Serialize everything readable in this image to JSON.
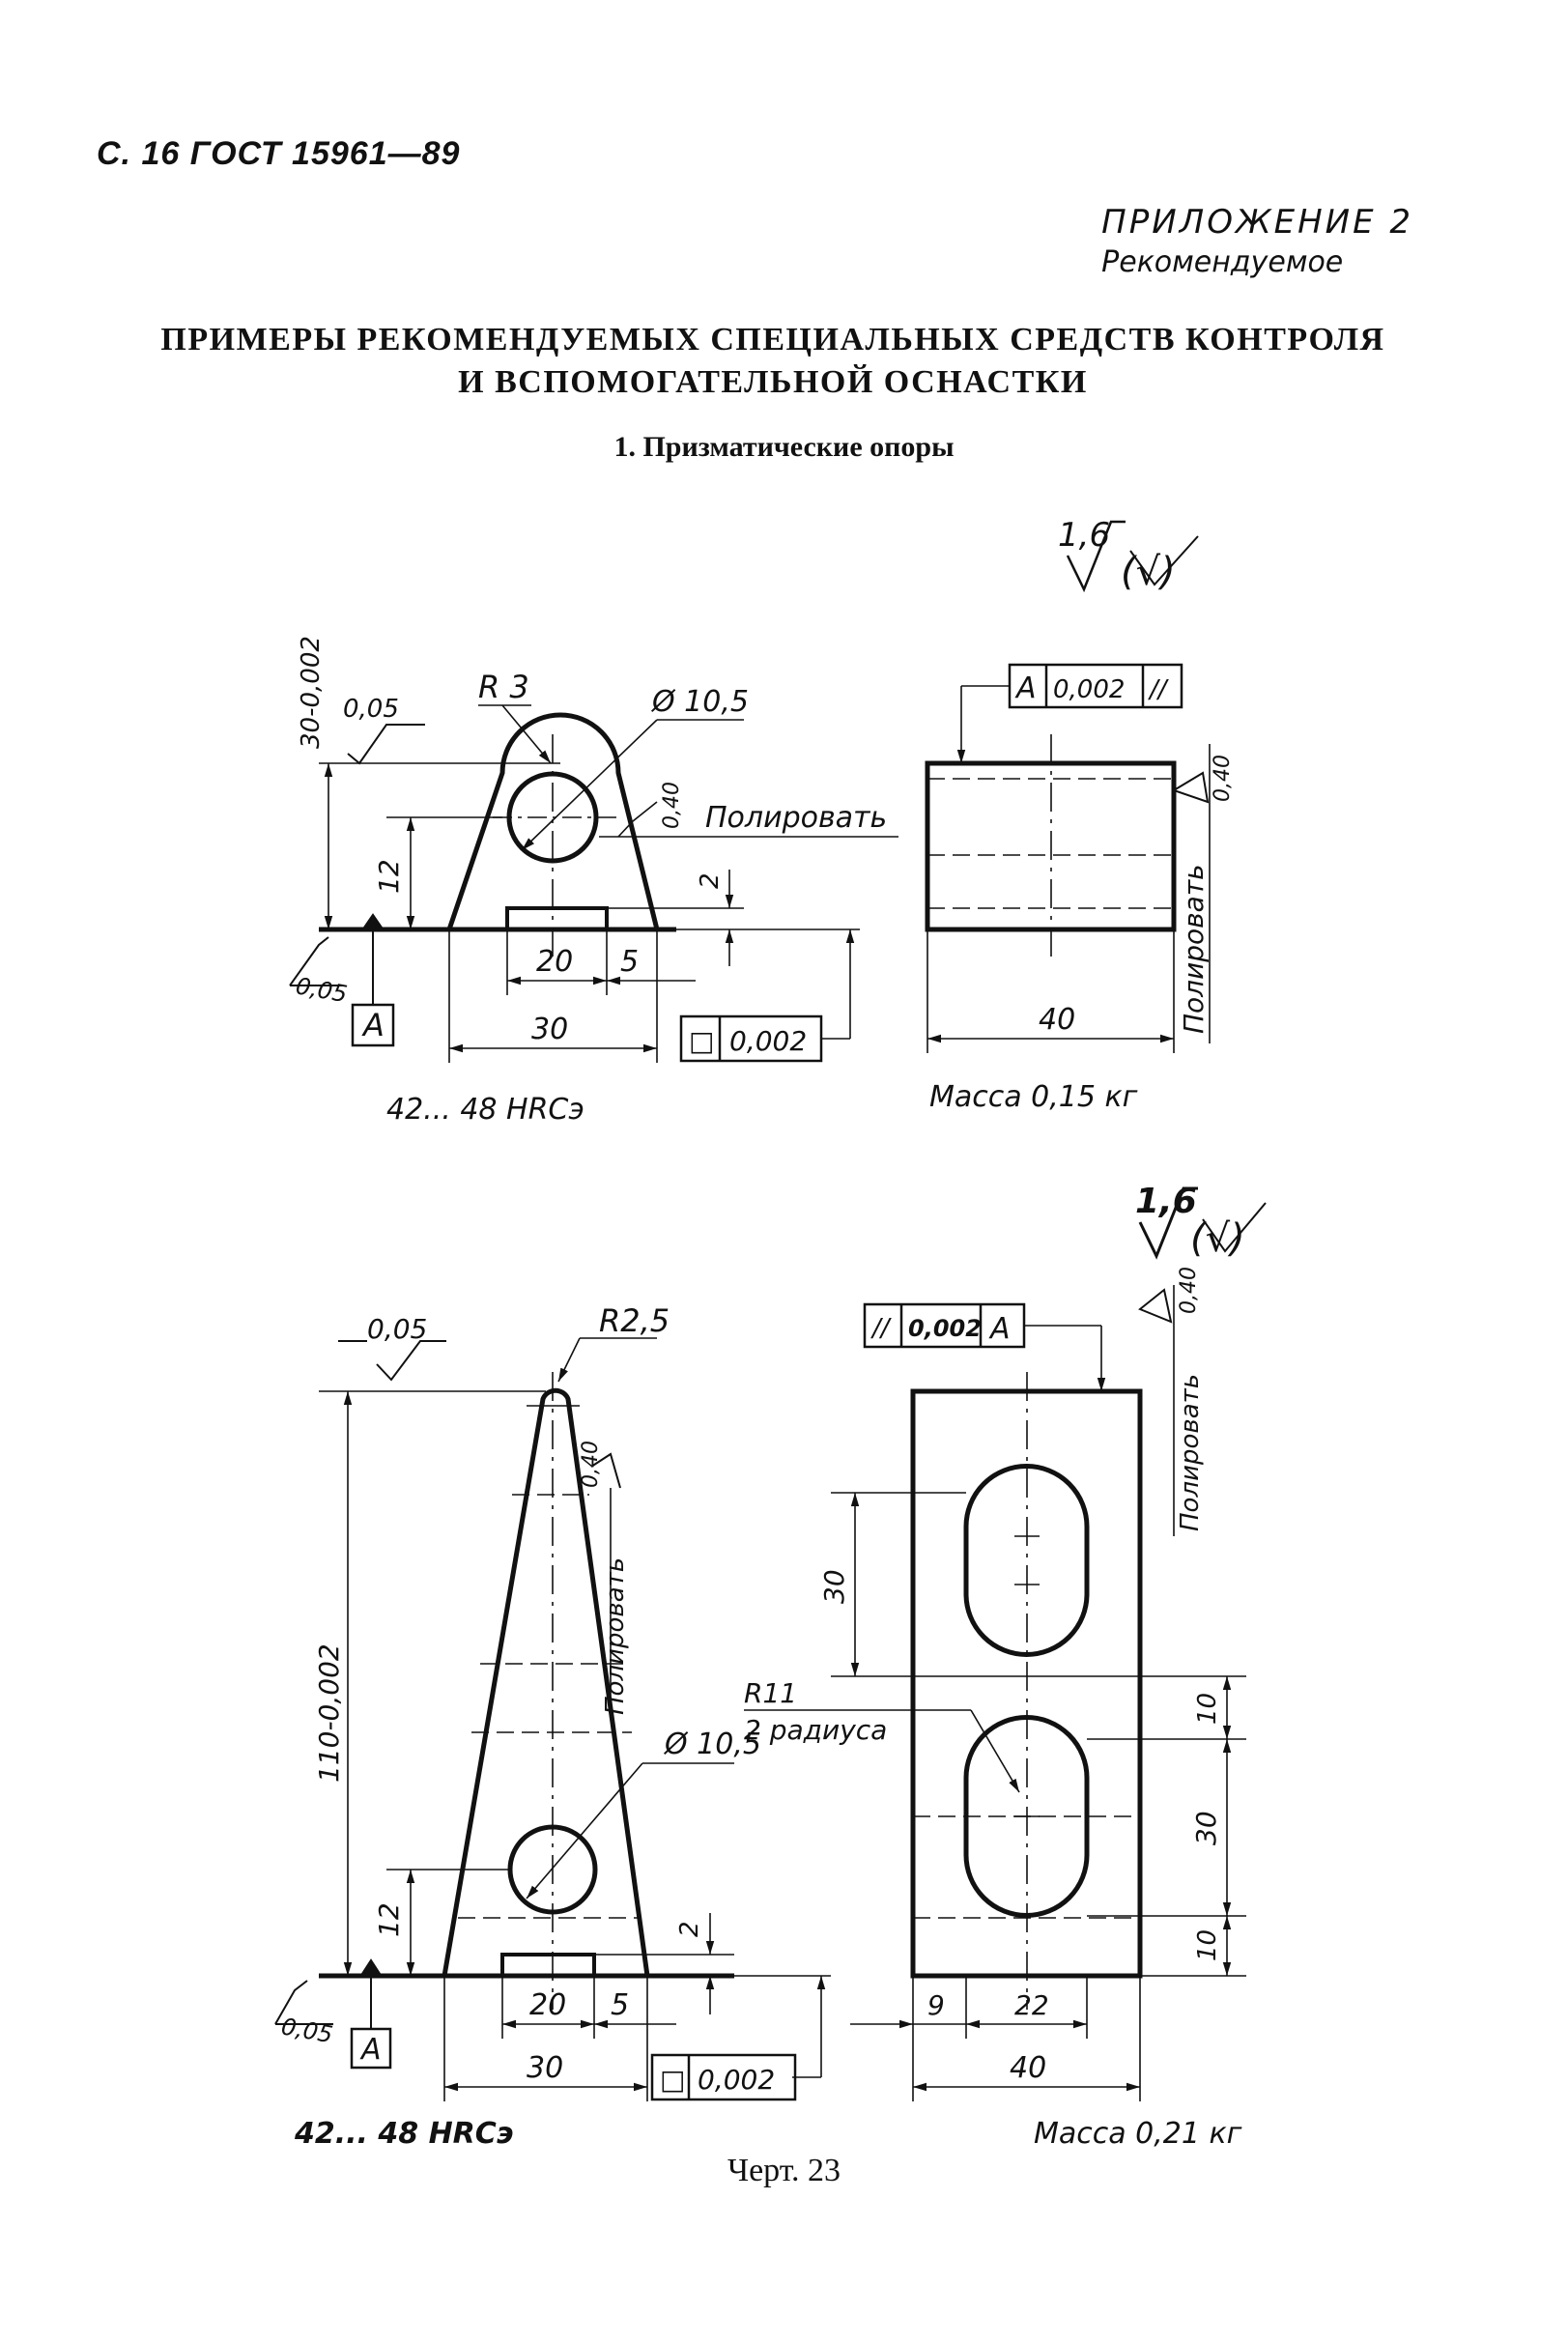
{
  "header": {
    "page_ref": "С. 16 ГОСТ 15961—89"
  },
  "appendix": {
    "label": "ПРИЛОЖЕНИЕ 2",
    "status": "Рекомендуемое"
  },
  "title": {
    "line1": "ПРИМЕРЫ РЕКОМЕНДУЕМЫХ СПЕЦИАЛЬНЫХ СРЕДСТВ КОНТРОЛЯ",
    "line2": "И ВСПОМОГАТЕЛЬНОЙ ОСНАСТКИ"
  },
  "section": {
    "heading": "1. Призматические опоры"
  },
  "drawing1": {
    "roughness_general": "1,6",
    "roughness_paren": "(√)",
    "dim_height": "30-0,002",
    "roughness_top": "0,05",
    "radius": "R 3",
    "diameter": "Ø 10,5",
    "roughness_hole": "0,40",
    "note_polish": "Полировать",
    "dim_12": "12",
    "dim_2": "2",
    "dim_20": "20",
    "dim_5": "5",
    "dim_30": "30",
    "roughness_base": "0,05",
    "datum": "A",
    "flatness_symbol": "□",
    "flatness_value": "0,002",
    "hardness": "42... 48 HRCэ",
    "side_datum": "A",
    "side_tol": "0,002",
    "side_parallel": "//",
    "side_roughness": "0,40",
    "side_polish": "Полировать",
    "dim_40": "40",
    "mass": "Масса 0,15 кг"
  },
  "drawing2": {
    "roughness_general": "1,6",
    "roughness_paren": "(√)",
    "roughness_top": "0,05",
    "radius": "R2,5",
    "roughness_side": "0,40",
    "note_polish": "Полировать",
    "dim_height": "110-0,002",
    "diameter": "Ø 10,5",
    "dim_12": "12",
    "dim_2": "2",
    "roughness_base": "0,05",
    "datum": "A",
    "dim_20": "20",
    "dim_5": "5",
    "dim_30": "30",
    "flatness_symbol": "□",
    "flatness_value": "0,002",
    "hardness": "42... 48 HRCэ",
    "side_parallel": "//",
    "side_tol": "0,002",
    "side_datum": "A",
    "side_roughness": "0,40",
    "side_polish": "Полировать",
    "dim_30a": "30",
    "radius_note1": "R11",
    "radius_note2": "2 радиуса",
    "dim_10a": "10",
    "dim_30b": "30",
    "dim_10b": "10",
    "dim_9": "9",
    "dim_22": "22",
    "dim_40": "40",
    "mass": "Масса 0,21 кг"
  },
  "caption": {
    "text": "Черт. 23"
  }
}
